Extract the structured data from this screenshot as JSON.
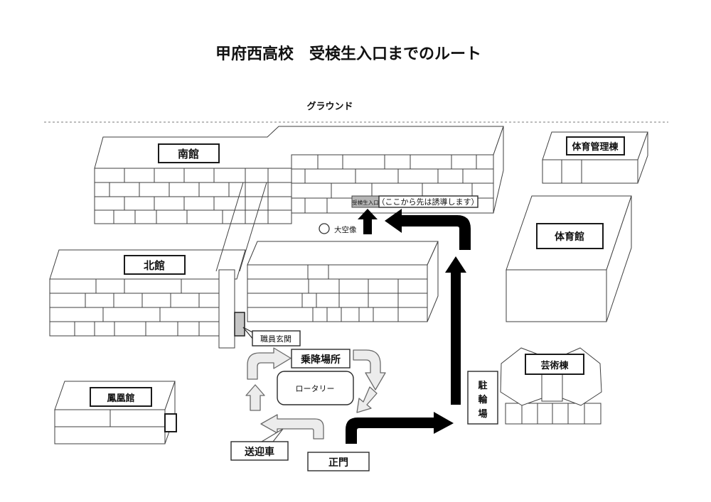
{
  "title": "甲府西高校　受検生入口までのルート",
  "ground_label": "グラウンド",
  "buildings": {
    "south": "南館",
    "north": "北館",
    "gym_admin": "体育管理棟",
    "gym": "体育館",
    "arts": "芸術棟",
    "bike_parking": "駐輪場",
    "phoenix": "鳳凰館"
  },
  "entrance": {
    "examinee_entrance": "受検生入口",
    "guide_note": "（ここから先は誘導します）"
  },
  "rotary_area": {
    "boarding_spot": "乗降場所",
    "rotary": "ロータリー",
    "shuttle_car": "送迎車",
    "main_gate": "正門"
  },
  "landmarks": {
    "staff_entrance": "職員玄関",
    "statue": "大空像"
  },
  "colors": {
    "route": "#000000",
    "rotary_arrow_fill": "#ececec",
    "rotary_arrow_stroke": "#6a6a6a",
    "entrance_box_fill": "#b5b5b5",
    "door_fill": "#c6c6c6"
  }
}
